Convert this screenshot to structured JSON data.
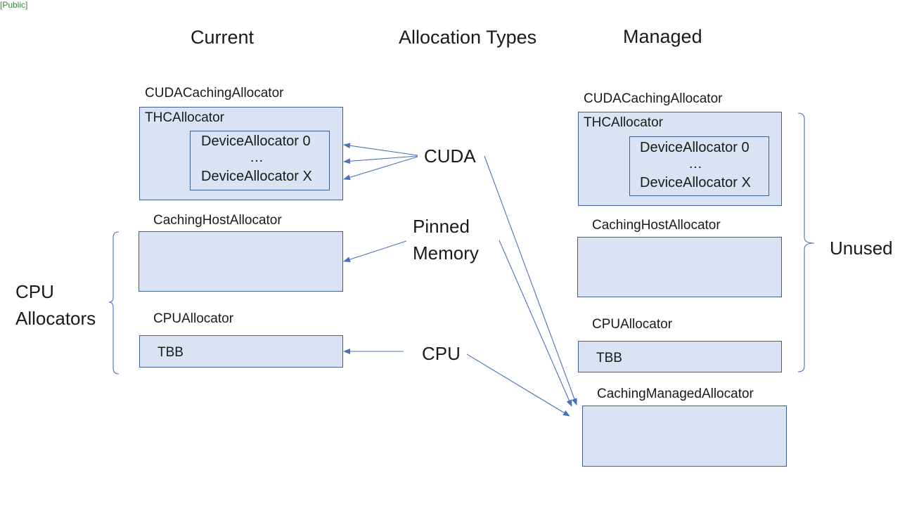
{
  "classification_tag": "[Public]",
  "columns": {
    "current": "Current",
    "types": "Allocation Types",
    "managed": "Managed"
  },
  "current": {
    "cuda_allocator": "CUDACachingAllocator",
    "thc_allocator": "THCAllocator",
    "device_first": "DeviceAllocator 0",
    "device_ellipsis": "…",
    "device_last": "DeviceAllocator X",
    "caching_host_allocator": "CachingHostAllocator",
    "cpu_allocator": "CPUAllocator",
    "tbb": "TBB"
  },
  "types": {
    "cuda": "CUDA",
    "pinned_line1": "Pinned",
    "pinned_line2": "Memory",
    "cpu": "CPU"
  },
  "cpu_group": {
    "line1": "CPU",
    "line2": "Allocators"
  },
  "managed": {
    "cuda_allocator": "CUDACachingAllocator",
    "thc_allocator": "THCAllocator",
    "device_first": "DeviceAllocator 0",
    "device_ellipsis": "…",
    "device_last": "DeviceAllocator X",
    "caching_host_allocator": "CachingHostAllocator",
    "cpu_allocator": "CPUAllocator",
    "tbb": "TBB",
    "caching_managed_allocator": "CachingManagedAllocator"
  },
  "unused_label": "Unused",
  "colors": {
    "box_fill": "#d9e3f4",
    "box_border": "#3f5f8f",
    "arrow": "#4a72b8",
    "tag_text": "#2e8b2e"
  }
}
